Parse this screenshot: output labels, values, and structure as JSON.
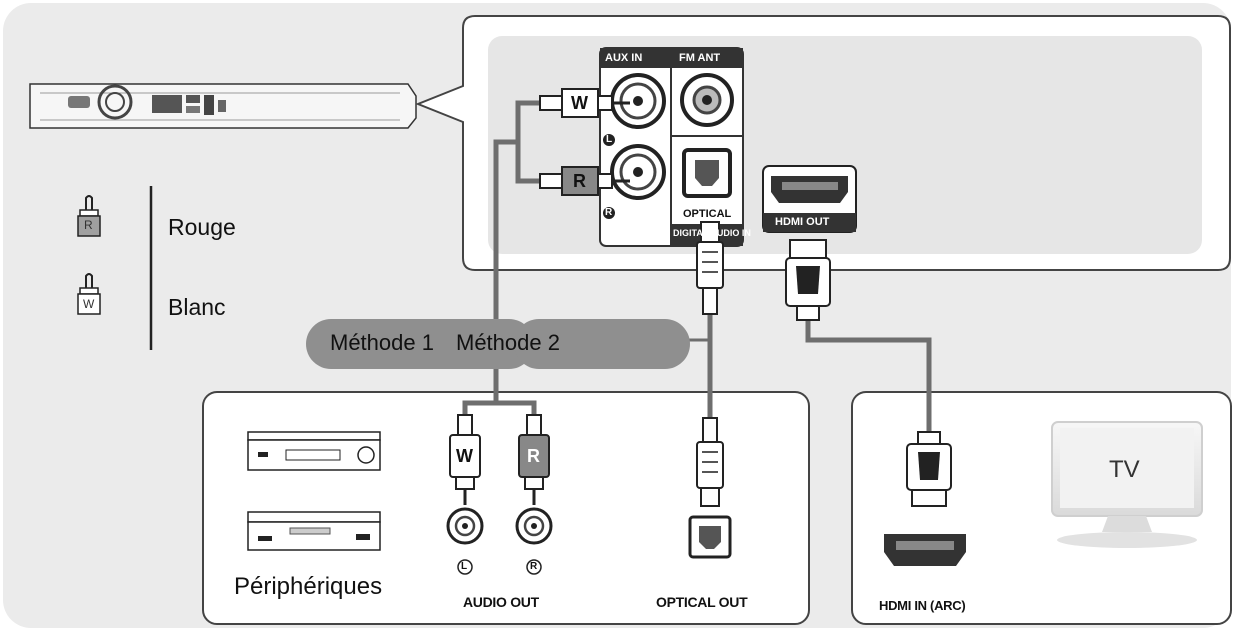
{
  "legend": {
    "red_label": "Rouge",
    "white_label": "Blanc",
    "red_plug_letter": "R",
    "white_plug_letter": "W"
  },
  "methods": {
    "method1": "Méthode 1",
    "method2": "Méthode 2"
  },
  "rear_panel": {
    "aux_in": "AUX IN",
    "fm_ant": "FM ANT",
    "optical": "OPTICAL",
    "digital_audio_in": "DIGITAL AUDIO IN",
    "hdmi_out": "HDMI OUT",
    "left_mark": "L",
    "right_mark": "R"
  },
  "peripherals": {
    "title": "Périphériques",
    "audio_out": "AUDIO OUT",
    "optical_out": "OPTICAL OUT",
    "left_mark": "L",
    "right_mark": "R"
  },
  "tv_box": {
    "hdmi_in": "HDMI IN (ARC)",
    "tv_label": "TV"
  },
  "colors": {
    "panel_fill": "#ebebeb",
    "outline": "#3a3a3a",
    "cable": "#6e6e6e",
    "pill": "#8f8f8f"
  }
}
